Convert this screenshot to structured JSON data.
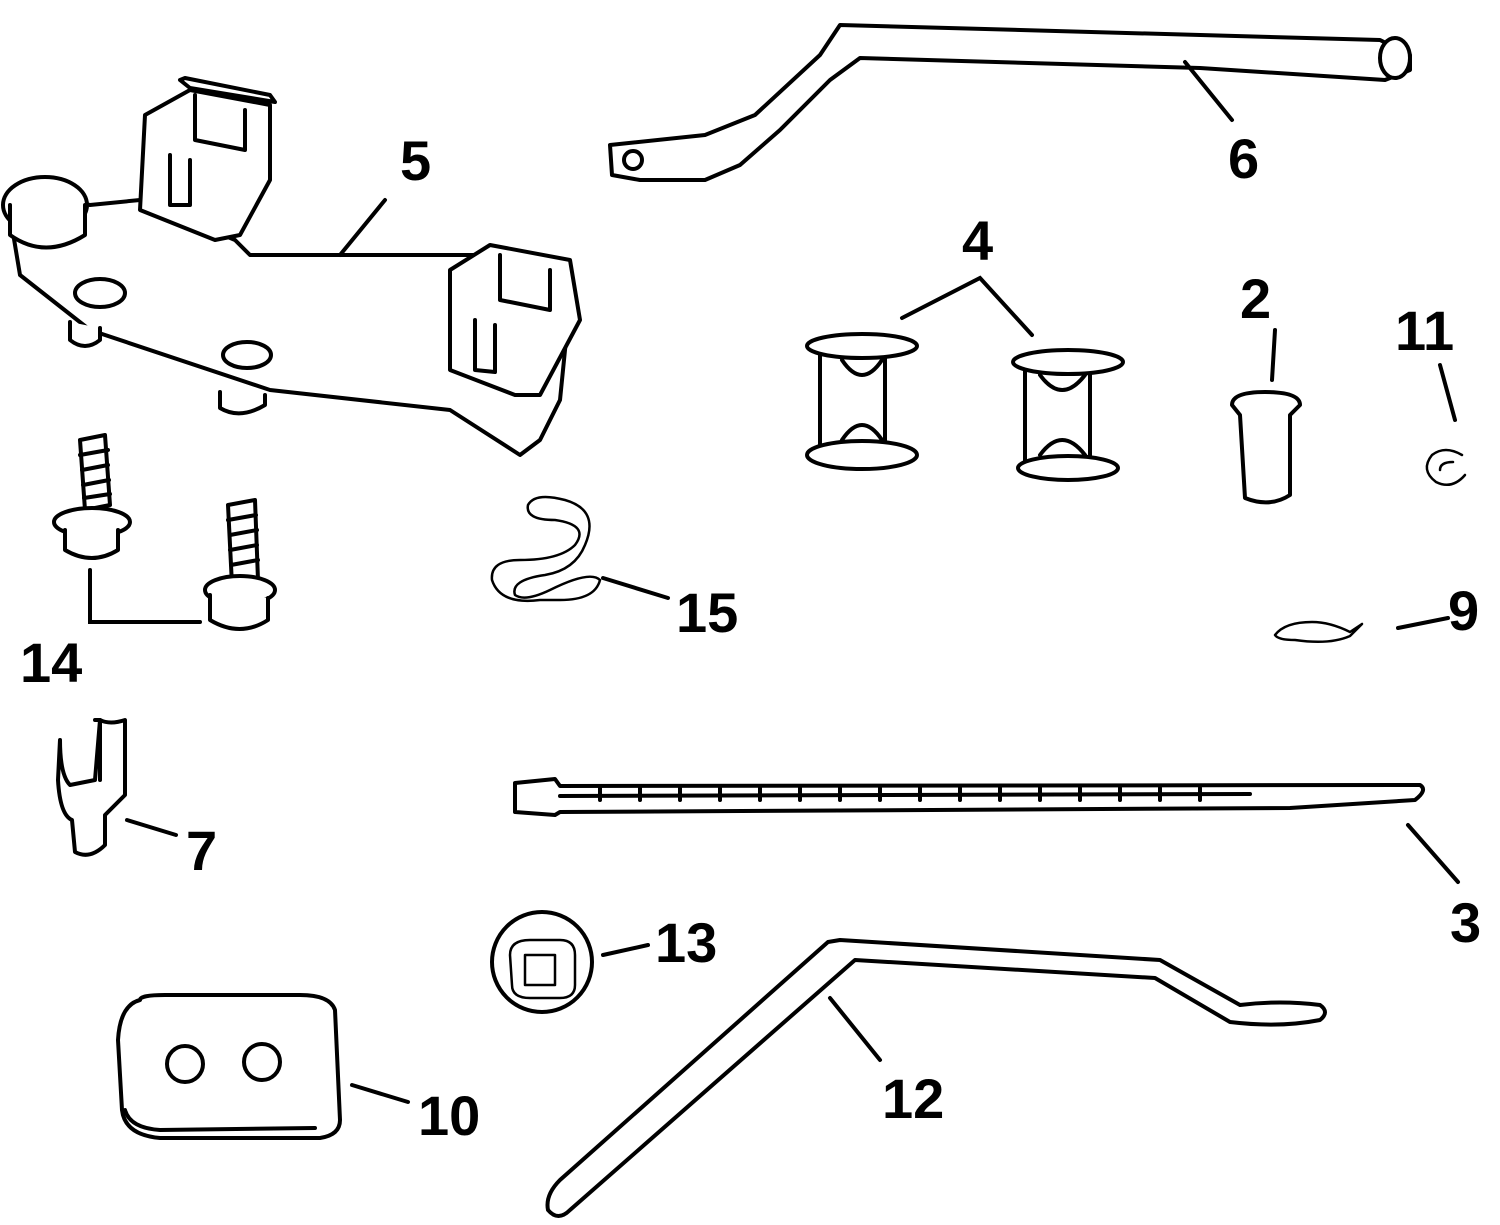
{
  "callouts": {
    "p2": "2",
    "p3": "3",
    "p4": "4",
    "p5": "5",
    "p6": "6",
    "p7": "7",
    "p9": "9",
    "p10": "10",
    "p11": "11",
    "p12": "12",
    "p13": "13",
    "p14": "14",
    "p15": "15"
  },
  "colors": {
    "ink": "#000000",
    "paper": "#ffffff"
  }
}
